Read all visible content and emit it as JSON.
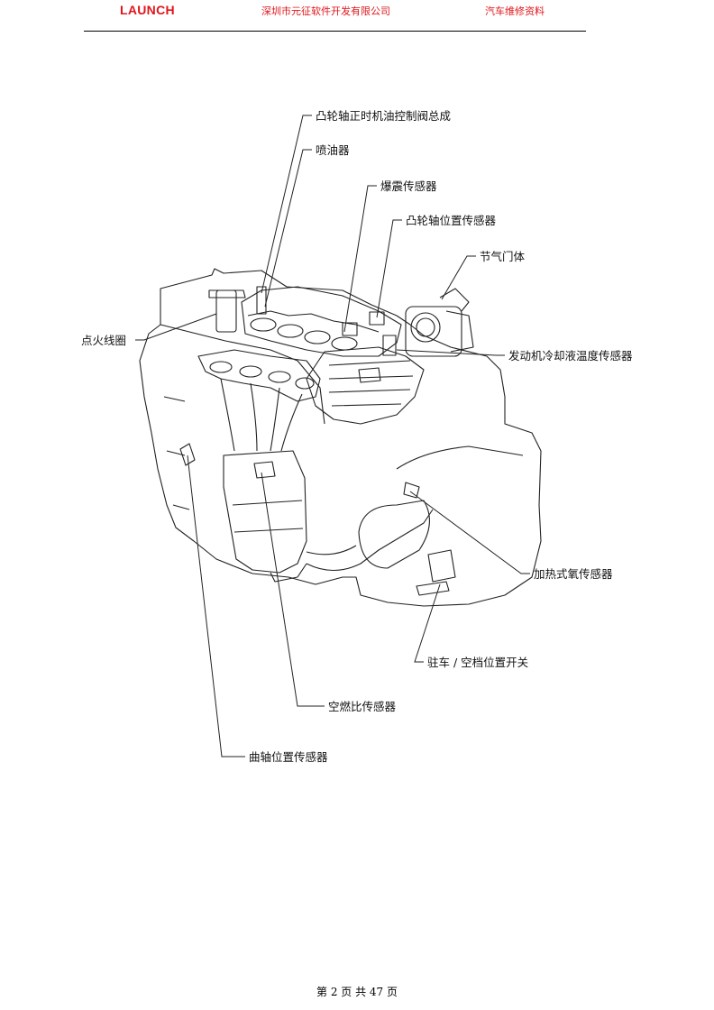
{
  "header": {
    "logo": "LAUNCH",
    "company": "深圳市元征软件开发有限公司",
    "category": "汽车维修资料"
  },
  "figure": {
    "labels": {
      "camshaft_timing_valve": "凸轮轴正时机油控制阀总成",
      "injector": "喷油器",
      "knock_sensor": "爆震传感器",
      "cam_position_sensor": "凸轮轴位置传感器",
      "throttle_body": "节气门体",
      "ignition_coil": "点火线圈",
      "coolant_temp_sensor": "发动机冷却液温度传感器",
      "heated_o2_sensor": "加热式氧传感器",
      "park_neutral_switch": "驻车 / 空档位置开关",
      "af_ratio_sensor": "空燃比传感器",
      "crank_position_sensor": "曲轴位置传感器"
    }
  },
  "footer": {
    "page": "第 2 页 共 47 页"
  },
  "colors": {
    "header_red": "#e0151b",
    "ink": "#111111"
  }
}
